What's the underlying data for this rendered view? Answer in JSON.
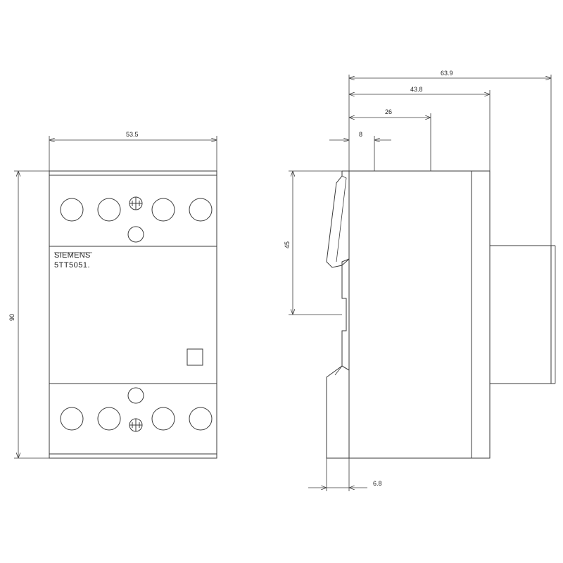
{
  "front_view": {
    "brand": "SIEMENS",
    "model": "5TT5051.",
    "width_dim": "53.5",
    "height_dim": "90"
  },
  "side_view": {
    "depth_dim_total": "63.9",
    "depth_dim_2": "43.8",
    "depth_dim_3": "26",
    "depth_dim_4": "8",
    "height_dim": "45",
    "base_dim": "6.8"
  }
}
